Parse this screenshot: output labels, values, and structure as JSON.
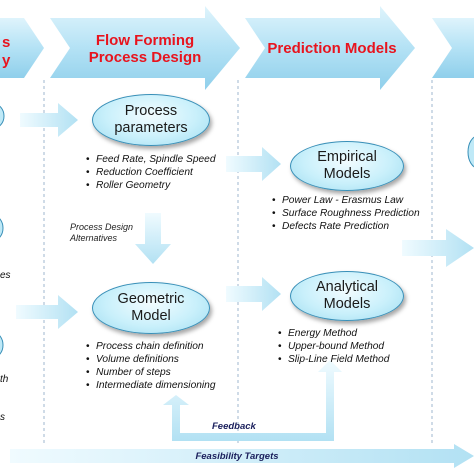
{
  "headers": {
    "left_partial_line1": "s",
    "left_partial_line2": "y",
    "flow_forming_line1": "Flow Forming",
    "flow_forming_line2": "Process Design",
    "prediction": "Prediction Models"
  },
  "nodes": {
    "process_parameters": "Process\nparameters",
    "geometric_model": "Geometric\nModel",
    "empirical_models": "Empirical\nModels",
    "analytical_models": "Analytical\nModels"
  },
  "process_parameters_list": [
    "Feed Rate, Spindle Speed",
    "Reduction Coefficient",
    "Roller Geometry"
  ],
  "geometric_model_list": [
    "Process chain definition",
    "Volume definitions",
    "Number of steps",
    "Intermediate dimensioning"
  ],
  "empirical_list": [
    "Power Law - Erasmus Law",
    "Surface Roughness Prediction",
    "Defects Rate Prediction"
  ],
  "analytical_list": [
    "Energy Method",
    "Upper-bound Method",
    "Slip-Line Field Method"
  ],
  "process_design_note_line1": "Process Design",
  "process_design_note_line2": "Alternatives",
  "left_fragments": [
    "es",
    "th",
    "s"
  ],
  "feedback_label": "Feedback",
  "feasibility_label": "Feasibility Targets",
  "colors": {
    "header_red": "#e8141e",
    "arrow_blue": "#b9e4f5",
    "label_navy": "#1a1f5c",
    "oval_border": "#3a90b8"
  }
}
